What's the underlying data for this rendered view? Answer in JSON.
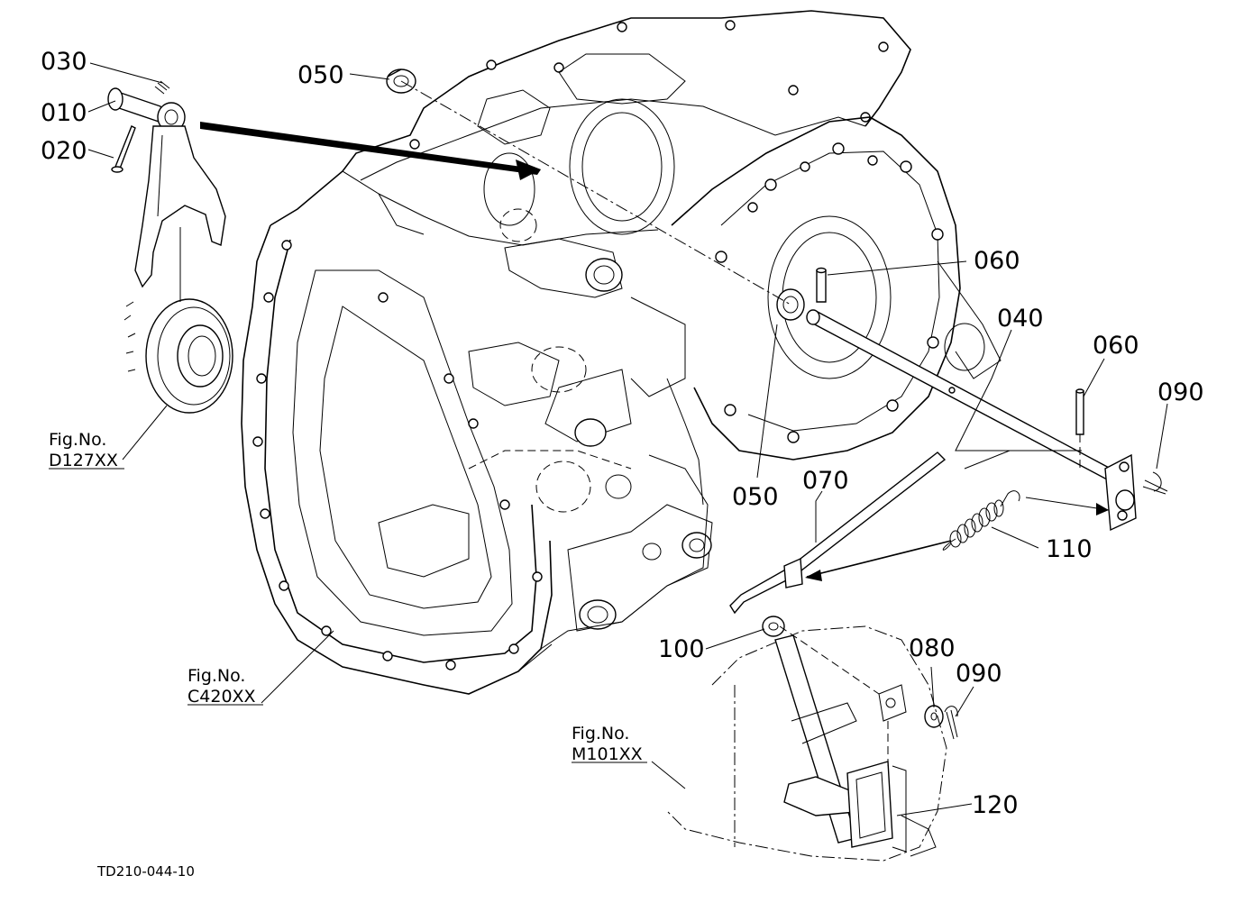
{
  "parts": {
    "p030": "030",
    "p010": "010",
    "p020": "020",
    "p050_top": "050",
    "p060_a": "060",
    "p040": "040",
    "p060_b": "060",
    "p090_a": "090",
    "p050_mid": "050",
    "p070": "070",
    "p110": "110",
    "p100": "100",
    "p080": "080",
    "p090_b": "090",
    "p120": "120"
  },
  "figrefs": {
    "d127": {
      "title": "Fig.No.",
      "code": "D127XX"
    },
    "c420": {
      "title": "Fig.No.",
      "code": "C420XX"
    },
    "m101": {
      "title": "Fig.No.",
      "code": "M101XX"
    }
  },
  "drawing_code": "TD210-044-10"
}
